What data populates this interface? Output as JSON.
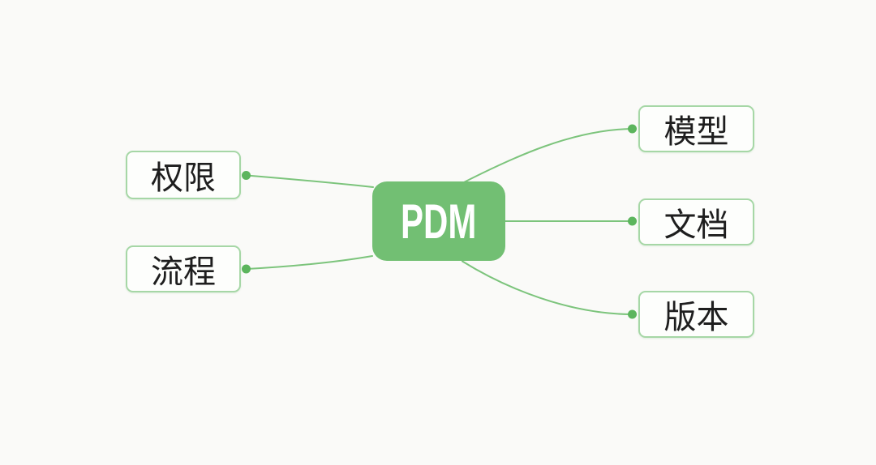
{
  "canvas": {
    "background": "#fafaf8"
  },
  "mindmap": {
    "root": {
      "label": "PDM",
      "fill": "#72bf73",
      "text_color": "#ffffff"
    },
    "branches": {
      "left": [
        {
          "label": "权限"
        },
        {
          "label": "流程"
        }
      ],
      "right": [
        {
          "label": "模型"
        },
        {
          "label": "文档"
        },
        {
          "label": "版本"
        }
      ]
    },
    "colors": {
      "connector": "#7cc47c",
      "anchor_dot": "#5cb55d",
      "topic_border": "#a6d7a6",
      "topic_fill": "#fdfefc",
      "topic_text": "#1e1e1e"
    }
  }
}
